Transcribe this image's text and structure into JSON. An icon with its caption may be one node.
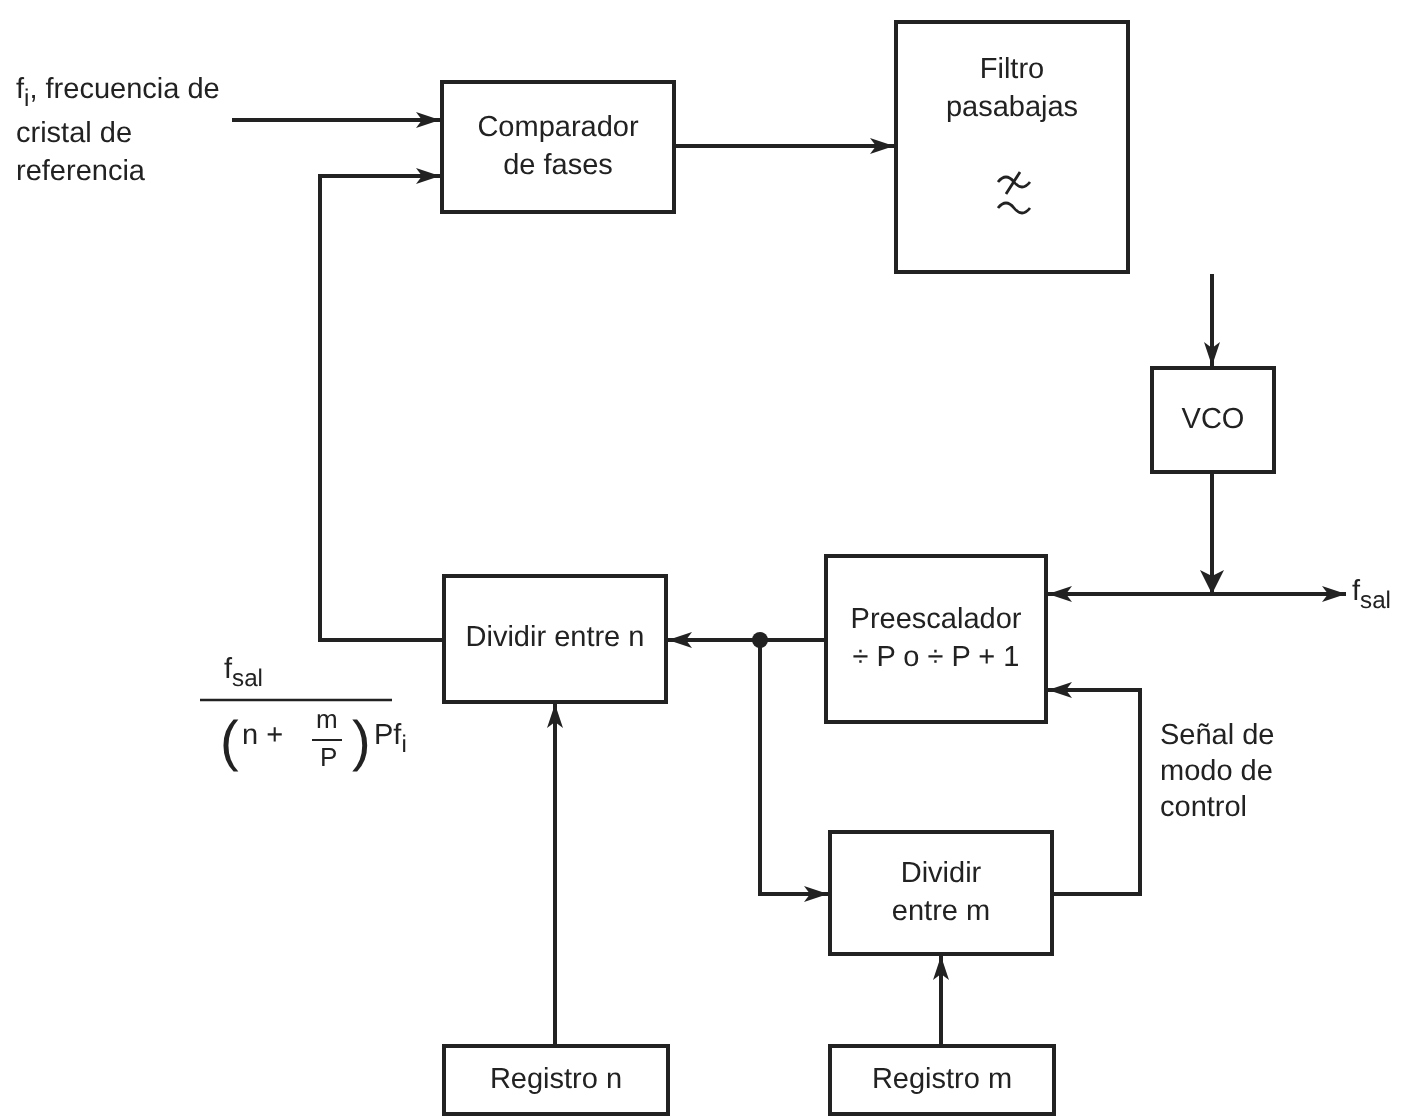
{
  "diagram": {
    "nodes": [
      {
        "text": [
          "f$_{i}$, frecuencia de cristal de referencia"
        ]
      },
      {
        "text": [
          "Comparador de fases"
        ]
      },
      {
        "text": [
          "Filtro pasabajas"
        ]
      },
      {
        "text": [
          "VCO"
        ]
      },
      {
        "text": [
          "Preescalador ÷ P o ÷ P + 1"
        ]
      },
      {
        "text": [
          "Dividir entre n"
        ]
      },
      {
        "text": [
          "Dividir entre m"
        ]
      },
      {
        "text": [
          "Registro n"
        ]
      },
      {
        "text": [
          "Registro m"
        ]
      },
      {
        "text": [
          "f$_{sal}$"
        ]
      }
    ],
    "edges": [
      {
        "from": 0,
        "to": 1,
        "arrow": "to"
      },
      {
        "from": 5,
        "to": 1,
        "arrow": "to"
      },
      {
        "from": 1,
        "to": 2,
        "arrow": "to"
      },
      {
        "from": 2,
        "to": 3,
        "arrow": "to"
      },
      {
        "from": 3,
        "to": 4,
        "arrow": "to"
      },
      {
        "from": 3,
        "to": 9,
        "arrow": "to"
      },
      {
        "from": 4,
        "to": 5,
        "arrow": "to"
      },
      {
        "from": 4,
        "to": 6,
        "arrow": "to"
      },
      {
        "from": 6,
        "to": 4,
        "arrow": "to",
        "label": "Señal de modo de control"
      },
      {
        "from": 7,
        "to": 5,
        "arrow": "to"
      },
      {
        "from": 8,
        "to": 6,
        "arrow": "to"
      }
    ],
    "labels": [
      "f$_{sal}$",
      "(",
      "n +",
      "m",
      "P",
      ")",
      "Pf$_{i}$"
    ]
  }
}
